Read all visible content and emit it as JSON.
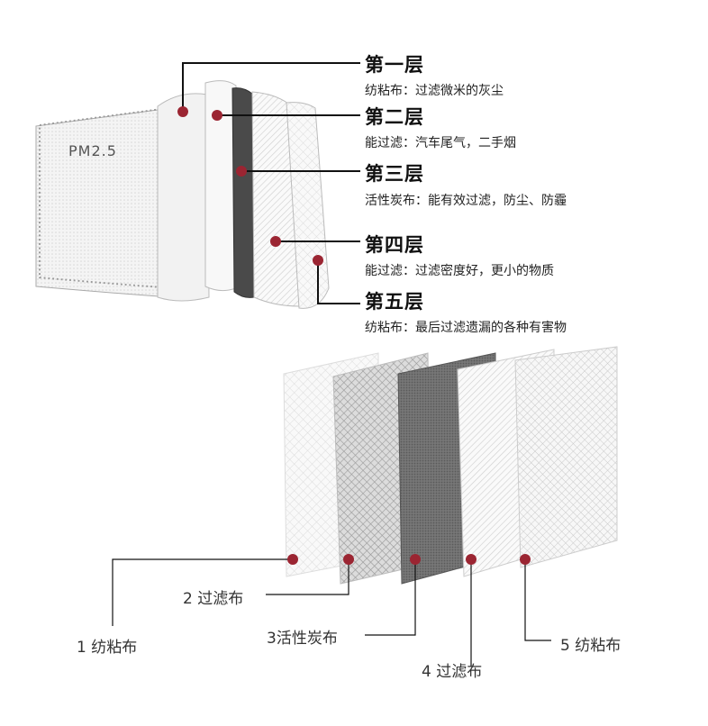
{
  "filter_label": "PM2.5",
  "layers": [
    {
      "title": "第一层",
      "desc": "纺粘布：过滤微米的灰尘"
    },
    {
      "title": "第二层",
      "desc": "能过滤：汽车尾气，二手烟"
    },
    {
      "title": "第三层",
      "desc": "活性炭布：能有效过滤，防尘、防霾"
    },
    {
      "title": "第四层",
      "desc": "能过滤：过滤密度好，更小的物质"
    },
    {
      "title": "第五层",
      "desc": "纺粘布：最后过滤遗漏的各种有害物"
    }
  ],
  "bottom_labels": [
    "1 纺粘布",
    "2 过滤布",
    "3活性炭布",
    "4 过滤布",
    "5 纺粘布"
  ],
  "colors": {
    "marker": "#9b2532",
    "line": "#111111",
    "carbon": "#707070"
  }
}
